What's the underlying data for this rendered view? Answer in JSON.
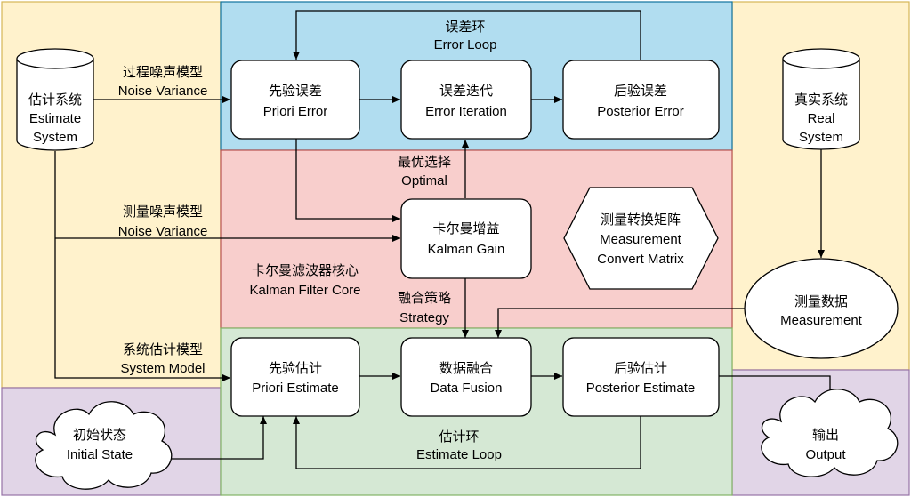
{
  "zones": {
    "error_loop": {
      "label_zh": "误差环",
      "label_en": "Error Loop",
      "color": "#b1ddf0"
    },
    "kalman_core": {
      "label_zh": "卡尔曼滤波器核心",
      "label_en": "Kalman Filter Core",
      "color": "#f8cecc"
    },
    "estimate_loop": {
      "label_zh": "估计环",
      "label_en": "Estimate Loop",
      "color": "#d5e8d4"
    },
    "left_panel_color": "#fff2cc",
    "right_panel_color": "#fff2cc",
    "bottom_panel_color": "#e1d5e7"
  },
  "nodes": {
    "estimate_system": {
      "zh": "估计系统",
      "en1": "Estimate",
      "en2": "System"
    },
    "real_system": {
      "zh": "真实系统",
      "en1": "Real",
      "en2": "System"
    },
    "priori_error": {
      "zh": "先验误差",
      "en": "Priori Error"
    },
    "error_iteration": {
      "zh": "误差迭代",
      "en": "Error Iteration"
    },
    "posterior_error": {
      "zh": "后验误差",
      "en": "Posterior Error"
    },
    "kalman_gain": {
      "zh": "卡尔曼增益",
      "en": "Kalman Gain"
    },
    "measurement_matrix": {
      "zh": "测量转换矩阵",
      "en1": "Measurement",
      "en2": "Convert Matrix"
    },
    "measurement": {
      "zh": "测量数据",
      "en": "Measurement"
    },
    "priori_estimate": {
      "zh": "先验估计",
      "en": "Priori Estimate"
    },
    "data_fusion": {
      "zh": "数据融合",
      "en": "Data Fusion"
    },
    "posterior_estimate": {
      "zh": "后验估计",
      "en": "Posterior Estimate"
    },
    "initial_state": {
      "zh": "初始状态",
      "en": "Initial State"
    },
    "output": {
      "zh": "输出",
      "en": "Output"
    }
  },
  "edge_labels": {
    "process_noise": {
      "zh": "过程噪声模型",
      "en": "Noise Variance"
    },
    "measurement_noise": {
      "zh": "测量噪声模型",
      "en": "Noise Variance"
    },
    "system_model": {
      "zh": "系统估计模型",
      "en": "System Model"
    },
    "optimal": {
      "zh": "最优选择",
      "en": "Optimal"
    },
    "strategy": {
      "zh": "融合策略",
      "en": "Strategy"
    }
  }
}
